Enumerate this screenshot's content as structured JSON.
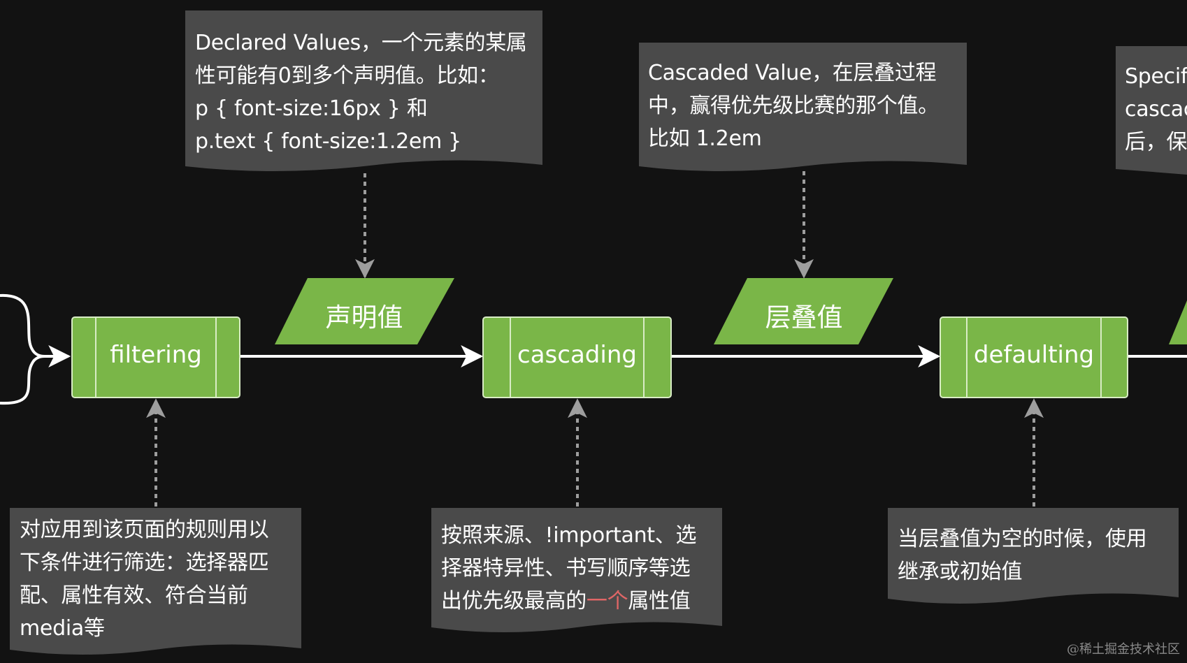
{
  "colors": {
    "background": "#121212",
    "process_fill": "#7ab648",
    "process_stroke": "#d9ecc6",
    "note_fill": "#4a4a4a",
    "connector": "#ffffff",
    "dotted": "#9e9e9e",
    "highlight": "#e06666"
  },
  "processes": [
    {
      "id": "filtering",
      "label": "filtering"
    },
    {
      "id": "cascading",
      "label": "cascading"
    },
    {
      "id": "defaulting",
      "label": "defaulting"
    }
  ],
  "values": [
    {
      "id": "declared",
      "label": "声明值"
    },
    {
      "id": "cascaded",
      "label": "层叠值"
    }
  ],
  "notes": {
    "declared": {
      "line1": "Declared Values，一个元素的某属",
      "line2": "性可能有0到多个声明值。比如：",
      "line3": "p { font-size:16px } 和",
      "line4": "p.text { font-size:1.2em }"
    },
    "cascaded": {
      "line1": "Cascaded Value，在层叠过程",
      "line2": "中，赢得优先级比赛的那个值。",
      "line3": "比如 1.2em"
    },
    "specified": {
      "line1": "Specif",
      "line2": "cascac",
      "line3": "后，保"
    },
    "filtering": {
      "line1": "对应用到该页面的规则用以",
      "line2": "下条件进行筛选：选择器匹",
      "line3": "配、属性有效、符合当前",
      "line4": "media等"
    },
    "cascading": {
      "line1": "按照来源、!important、选",
      "line2": "择器特异性、书写顺序等选",
      "line3_pre": "出优先级最高的",
      "line3_hl": "一个",
      "line3_post": "属性值"
    },
    "defaulting": {
      "line1": "当层叠值为空的时候，使用",
      "line2": "继承或初始值"
    }
  },
  "watermark": "@稀土掘金技术社区"
}
